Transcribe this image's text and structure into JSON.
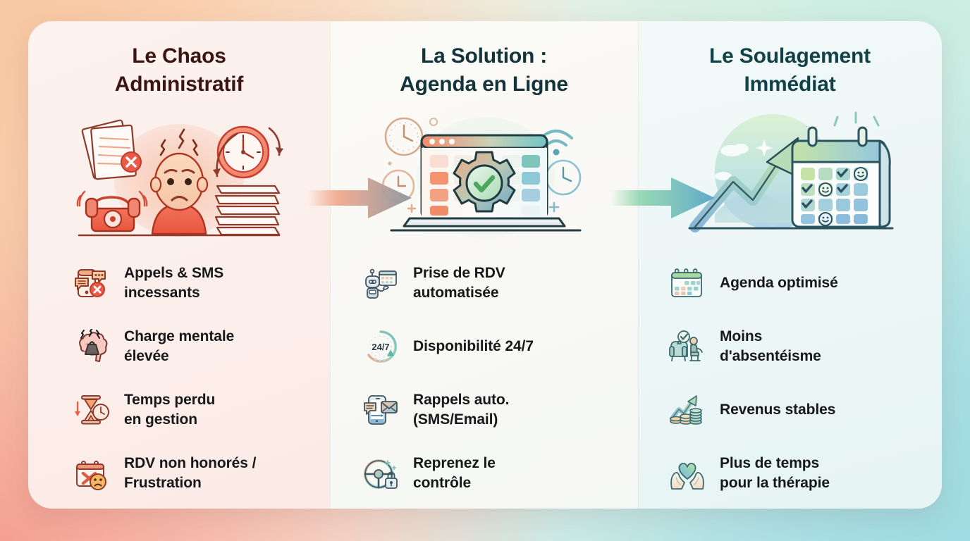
{
  "theme": {
    "bg_top_left": "#f7c6a2",
    "bg_bottom_left": "#f4a092",
    "bg_top_right": "#cdeee2",
    "bg_bottom_right": "#a9dee4",
    "chaos_panel_bg": "#fdf2ee",
    "solution_panel_bg": "#fbfaf7",
    "relief_panel_bg": "#f2f9f8",
    "chaos_title_color": "#3b1512",
    "solution_title_color": "#12343a",
    "relief_title_color": "#124149",
    "chaos_accent": "#e8624f",
    "solution_accent": "#6fbf8b",
    "relief_accent": "#5aa9b8",
    "label_color": "#17181a"
  },
  "panels": [
    {
      "id": "chaos",
      "title": "Le Chaos\nAdministratif",
      "hero_icon": "stressed-person-paperwork-illustration",
      "features": [
        {
          "icon": "phone-messages-error-icon",
          "label": "Appels & SMS\nincessants"
        },
        {
          "icon": "brain-mental-load-icon",
          "label": "Charge mentale\nélevée"
        },
        {
          "icon": "hourglass-clock-icon",
          "label": "Temps perdu\nen gestion"
        },
        {
          "icon": "calendar-cross-sad-face-icon",
          "label": "RDV non honorés /\nFrustration"
        }
      ]
    },
    {
      "id": "solution",
      "title": "La Solution :\nAgenda en Ligne",
      "hero_icon": "laptop-calendar-gear-check-illustration",
      "features": [
        {
          "icon": "robot-calendar-icon",
          "label": "Prise de RDV\nautomatisée"
        },
        {
          "icon": "clock-24-7-icon",
          "label": "Disponibilité 24/7"
        },
        {
          "icon": "phone-sms-email-icon",
          "label": "Rappels auto.\n(SMS/Email)"
        },
        {
          "icon": "steering-wheel-lock-icon",
          "label": "Reprenez le\ncontrôle"
        }
      ]
    },
    {
      "id": "relief",
      "title": "Le Soulagement\nImmédiat",
      "hero_icon": "growth-arrow-calendar-illustration",
      "features": [
        {
          "icon": "calendar-grid-icon",
          "label": "Agenda optimisé"
        },
        {
          "icon": "armchair-patient-check-icon",
          "label": "Moins\nd'absentéisme"
        },
        {
          "icon": "growth-chart-coins-icon",
          "label": "Revenus stables"
        },
        {
          "icon": "hands-heart-icon",
          "label": "Plus de temps\npour la thérapie"
        }
      ]
    }
  ],
  "connectors": [
    {
      "id": "arrow-chaos-to-solution",
      "from_color": "#f0a183",
      "to_color": "#8f9aa5"
    },
    {
      "id": "arrow-solution-to-relief",
      "from_color": "#8fd6ae",
      "to_color": "#5fa8c9"
    }
  ]
}
